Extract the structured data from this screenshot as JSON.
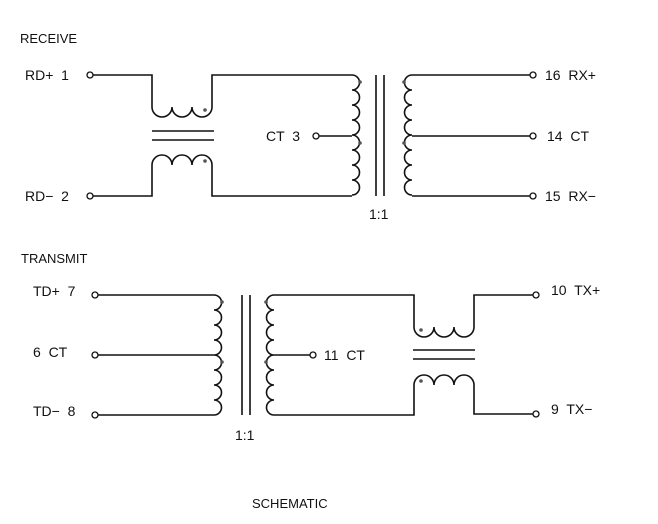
{
  "title": "SCHEMATIC",
  "receive": {
    "section_label": "RECEIVE",
    "ratio": "1:1",
    "pins": {
      "rd_plus": "RD+  1",
      "rd_minus": "RD−  2",
      "ct3": "CT  3",
      "rx_plus": "16  RX+",
      "ct14": "14  CT",
      "rx_minus": "15  RX−"
    }
  },
  "transmit": {
    "section_label": "TRANSMIT",
    "ratio": "1:1",
    "pins": {
      "td_plus": "TD+  7",
      "ct6": "6  CT",
      "td_minus": "TD−  8",
      "ct11": "11  CT",
      "tx_plus": "10  TX+",
      "tx_minus": "9  TX−"
    }
  }
}
